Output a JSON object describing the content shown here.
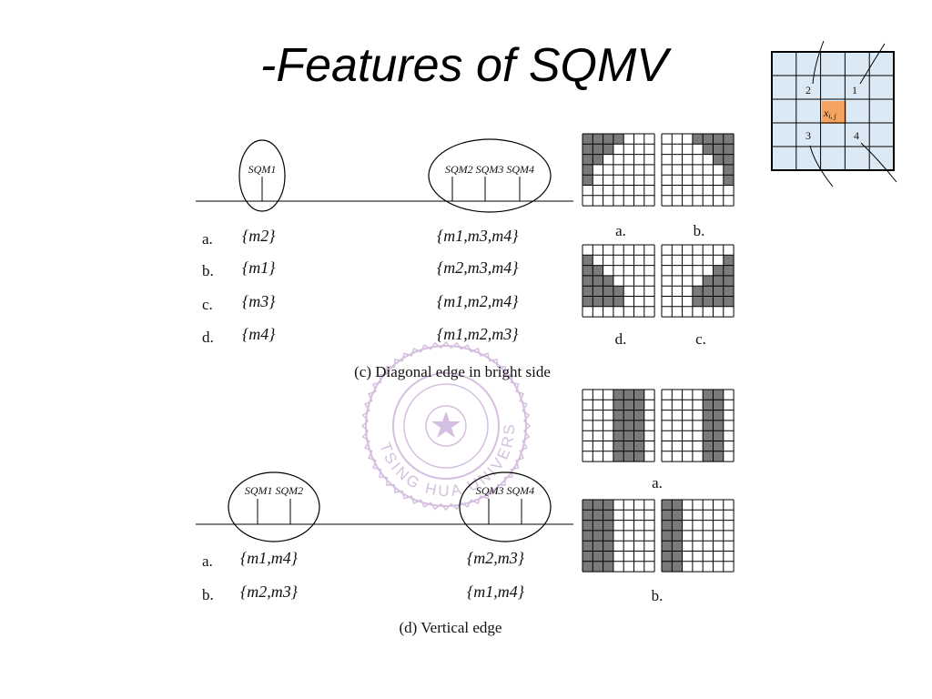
{
  "slide": {
    "title": "-Features of SQMV"
  },
  "neighborhood": {
    "center_label": "x",
    "center_subscript": "i, j",
    "quadrants": [
      "1",
      "2",
      "3",
      "4"
    ],
    "center_color": "#f4a460",
    "cell_color": "#dbe9f5"
  },
  "diagonal": {
    "headers": [
      "SQM1",
      "SQM2 SQM3 SQM4"
    ],
    "rows": [
      {
        "letter": "a.",
        "left": "{m2}",
        "right": "{m1,m3,m4}"
      },
      {
        "letter": "b.",
        "left": "{m1}",
        "right": "{m2,m3,m4}"
      },
      {
        "letter": "c.",
        "left": "{m3}",
        "right": "{m1,m2,m4}"
      },
      {
        "letter": "d.",
        "left": "{m4}",
        "right": "{m1,m2,m3}"
      }
    ],
    "caption": "(c) Diagonal edge in bright side",
    "pattern_labels": [
      "a.",
      "b.",
      "d.",
      "c."
    ]
  },
  "vertical": {
    "headers": [
      "SQM1 SQM2",
      "SQM3 SQM4"
    ],
    "rows": [
      {
        "letter": "a.",
        "left": "{m1,m4}",
        "right": "{m2,m3}"
      },
      {
        "letter": "b.",
        "left": "{m2,m3}",
        "right": "{m1,m4}"
      }
    ],
    "caption": "(d) Vertical edge",
    "pattern_labels": [
      "a.",
      "b."
    ]
  },
  "watermark": {
    "text": "TSING HUA UNIVERSITY",
    "color": "#b48cc8"
  }
}
